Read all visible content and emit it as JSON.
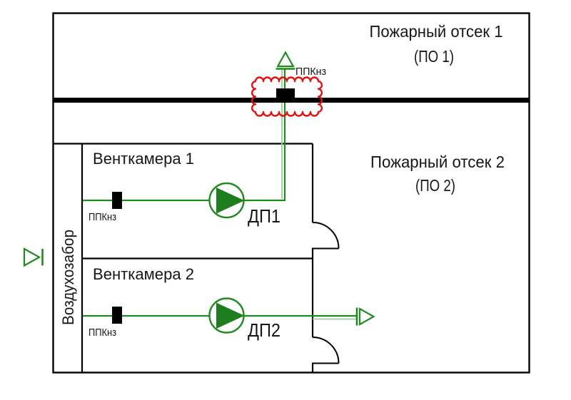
{
  "compartments": {
    "po1": {
      "title": "Пожарный отсек 1",
      "subtitle": "(ПО 1)"
    },
    "po2": {
      "title": "Пожарный отсек 2",
      "subtitle": "(ПО 2)"
    }
  },
  "vent_chambers": [
    {
      "label": "Венткамера 1",
      "fan_label": "ДП1",
      "damper_label": "ППКнз"
    },
    {
      "label": "Венткамера 2",
      "fan_label": "ДП2",
      "damper_label": "ППКнз"
    }
  ],
  "air_intake": {
    "label": "Воздухозабор"
  },
  "firewall_damper": {
    "label": "ППКнз"
  },
  "colors": {
    "wall_black": "#000000",
    "duct_green": "#1f8b1f",
    "fan_green": "#1e7d1e",
    "duct_light_green": "#a0c9a0",
    "revision_red": "#e11212"
  }
}
